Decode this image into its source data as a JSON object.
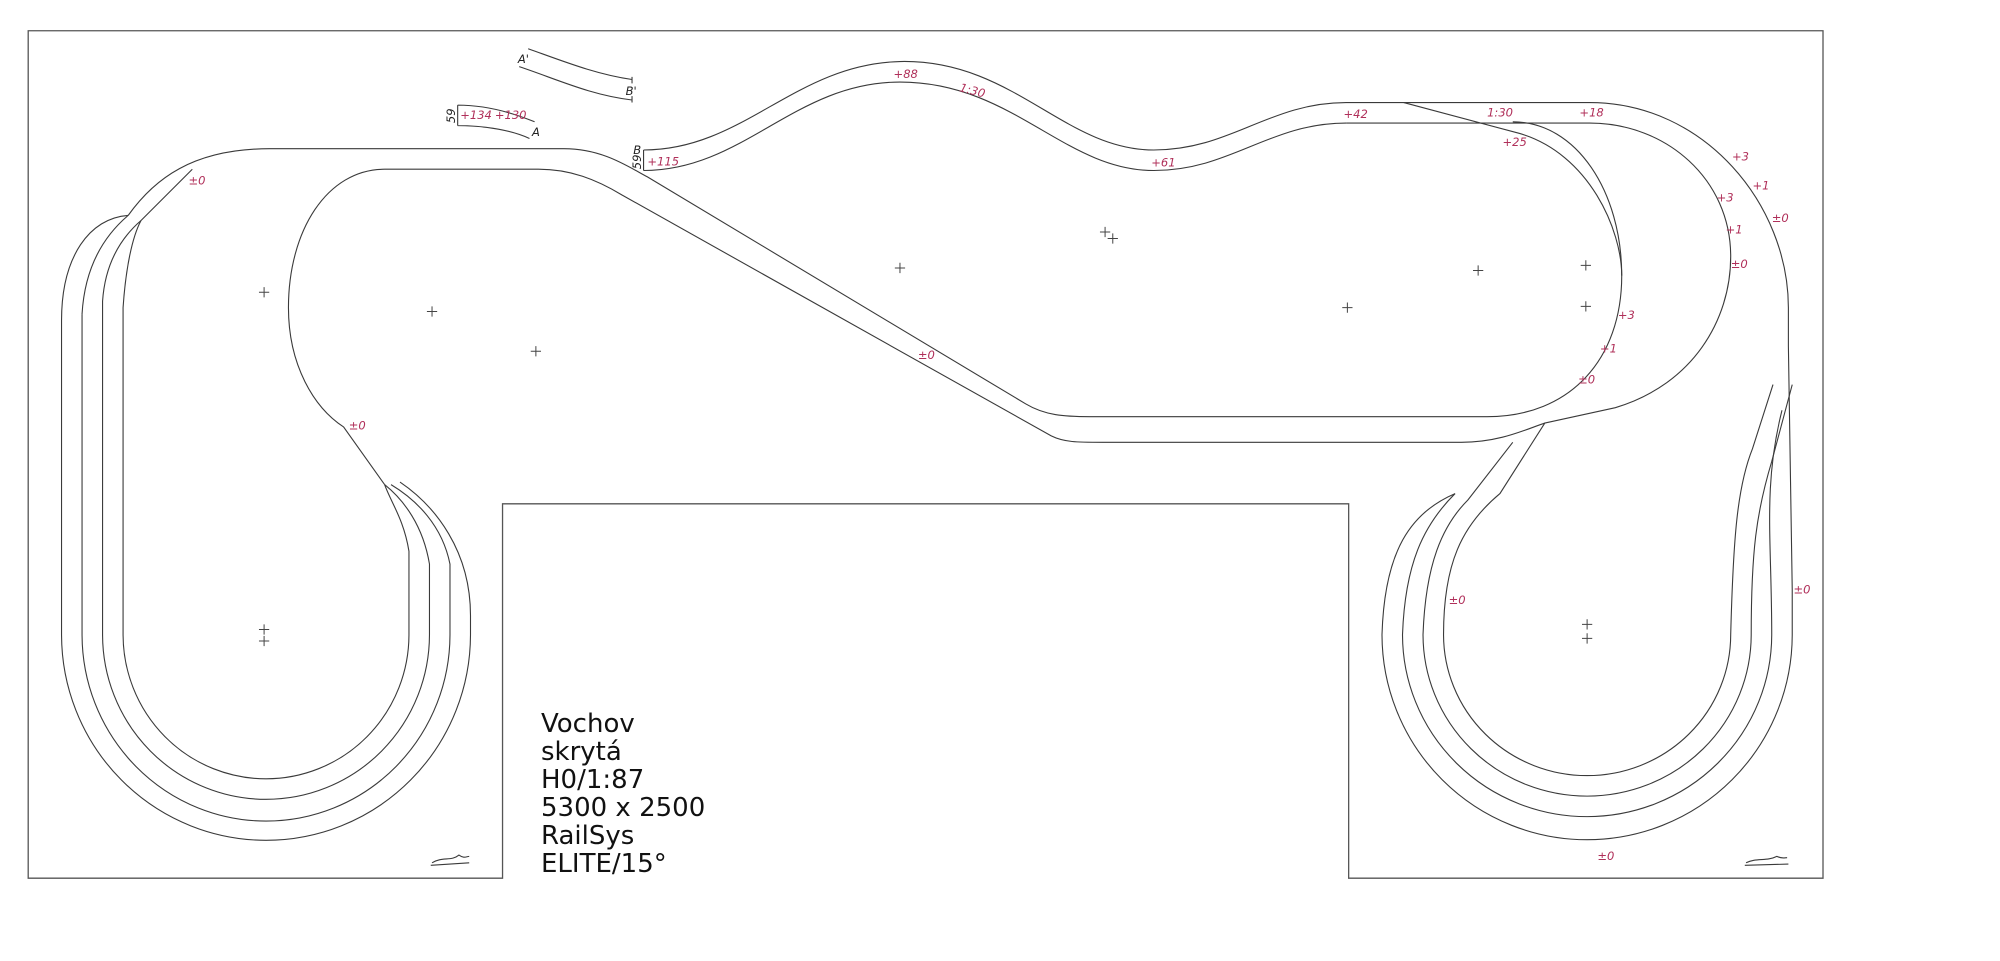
{
  "title_block": {
    "lines": [
      "Vochov",
      "skrytá",
      "H0/1:87",
      "5300 x 2500",
      "RailSys",
      "ELITE/15°"
    ]
  },
  "section_markers": {
    "a": "A",
    "a_prime": "A'",
    "b": "B",
    "b_prime": "B'",
    "width_mark": "59",
    "width_mark_b": "59"
  },
  "height_labels": {
    "h134": "+134",
    "h130": "+130",
    "h115": "+115",
    "h88": "+88",
    "grade1": "1:30",
    "h61": "+61",
    "h42": "+42",
    "grade2": "1:30",
    "h18": "+18",
    "h25": "+25",
    "r_o3": "+3",
    "r_o1": "+1",
    "r_o0": "±0",
    "r_m3": "+3",
    "r_m1": "+1",
    "r_m0": "±0",
    "r_i3": "+3",
    "r_i1": "+1",
    "r_i0": "±0",
    "left_top": "±0",
    "left_mid": "±0",
    "diag": "±0",
    "right_loop": "±0",
    "right_side": "±0",
    "right_bottom": "±0"
  },
  "colors": {
    "labels": "#b0305a",
    "lines": "#3a3a3a"
  }
}
